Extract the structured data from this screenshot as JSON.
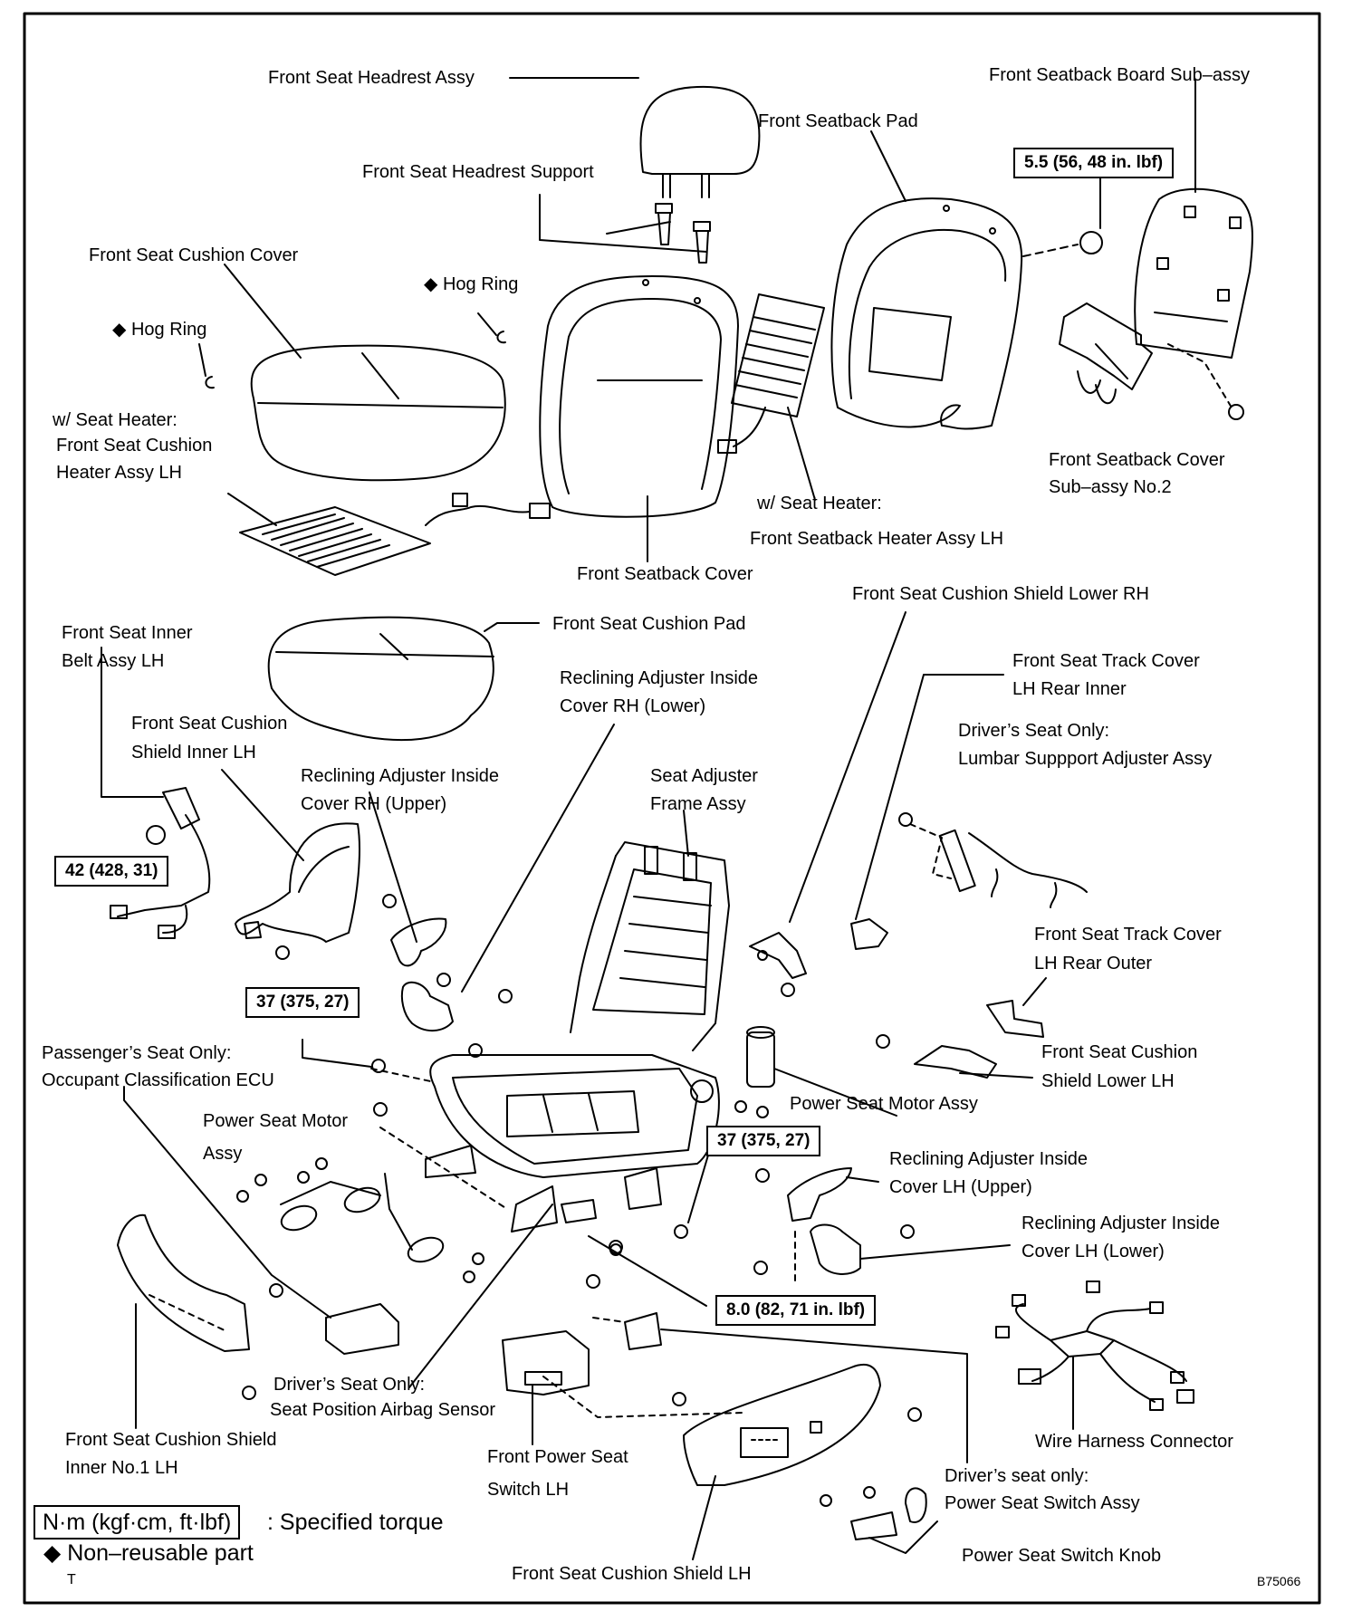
{
  "labels": {
    "headrest_assy": "Front Seat Headrest Assy",
    "headrest_support": "Front Seat Headrest Support",
    "seatback_pad": "Front Seatback Pad",
    "seatback_board": "Front Seatback Board Sub–assy",
    "cushion_cover": "Front Seat Cushion Cover",
    "hog_ring_right": "Hog Ring",
    "hog_ring_left": "Hog Ring",
    "heater_cushion_1": "w/ Seat Heater:",
    "heater_cushion_2": "Front Seat Cushion",
    "heater_cushion_3": "Heater Assy LH",
    "seatback_cover_no2_1": "Front Seatback Cover",
    "seatback_cover_no2_2": "Sub–assy No.2",
    "seatback_heater_1": "w/ Seat Heater:",
    "seatback_heater_2": "Front Seatback Heater Assy LH",
    "seatback_cover": "Front Seatback Cover",
    "cushion_shield_lower_rh": "Front Seat Cushion Shield Lower RH",
    "inner_belt_1": "Front Seat Inner",
    "inner_belt_2": "Belt Assy LH",
    "cushion_pad": "Front Seat Cushion Pad",
    "recl_rh_lower_1": "Reclining Adjuster Inside",
    "recl_rh_lower_2": "Cover RH (Lower)",
    "track_cover_rear_inner_1": "Front Seat Track Cover",
    "track_cover_rear_inner_2": "LH Rear Inner",
    "shield_inner_1": "Front Seat Cushion",
    "shield_inner_2": "Shield Inner LH",
    "lumbar_1": "Driver’s Seat Only:",
    "lumbar_2": "Lumbar Suppport Adjuster Assy",
    "recl_rh_upper_1": "Reclining Adjuster Inside",
    "recl_rh_upper_2": "Cover RH (Upper)",
    "frame_1": "Seat Adjuster",
    "frame_2": "Frame Assy",
    "track_cover_rear_outer_1": "Front Seat Track Cover",
    "track_cover_rear_outer_2": "LH Rear Outer",
    "ecu_1": "Passenger’s Seat Only:",
    "ecu_2": "Occupant Classification ECU",
    "shield_lower_lh_1": "Front Seat Cushion",
    "shield_lower_lh_2": "Shield Lower LH",
    "motor_left_1": "Power Seat Motor",
    "motor_left_2": "Assy",
    "motor_right": "Power Seat Motor Assy",
    "recl_lh_upper_1": "Reclining Adjuster Inside",
    "recl_lh_upper_2": "Cover LH (Upper)",
    "recl_lh_lower_1": "Reclining Adjuster Inside",
    "recl_lh_lower_2": "Cover LH (Lower)",
    "airbag_sensor_1": "Driver’s Seat Only:",
    "airbag_sensor_2": "Seat Position Airbag Sensor",
    "wire_harness": "Wire Harness Connector",
    "shield_inner_no1_1": "Front Seat Cushion Shield",
    "shield_inner_no1_2": "Inner No.1 LH",
    "power_switch_1": "Front Power Seat",
    "power_switch_2": "Switch LH",
    "switch_assy_1": "Driver’s seat only:",
    "switch_assy_2": "Power Seat Switch Assy",
    "switch_knob": "Power Seat Switch Knob",
    "shield_lh": "Front Seat Cushion Shield LH"
  },
  "torques": {
    "seatback_board": "5.5 (56, 48 in. lbf)",
    "belt": "42 (428, 31)",
    "frame_left": "37 (375, 27)",
    "frame_right": "37 (375, 27)",
    "airbag": "8.0 (82, 71 in. lbf)"
  },
  "legend": {
    "torque_box": "N·m (kgf·cm, ft·lbf)",
    "torque_text": ": Specified torque",
    "nonreusable_symbol": "◆",
    "nonreusable_text": "Non–reusable part",
    "bottom_left_mark": "T"
  },
  "figure_id": "B75066",
  "nonreusable_marker": "◆",
  "colors": {
    "line": "#000000",
    "background": "#ffffff"
  }
}
